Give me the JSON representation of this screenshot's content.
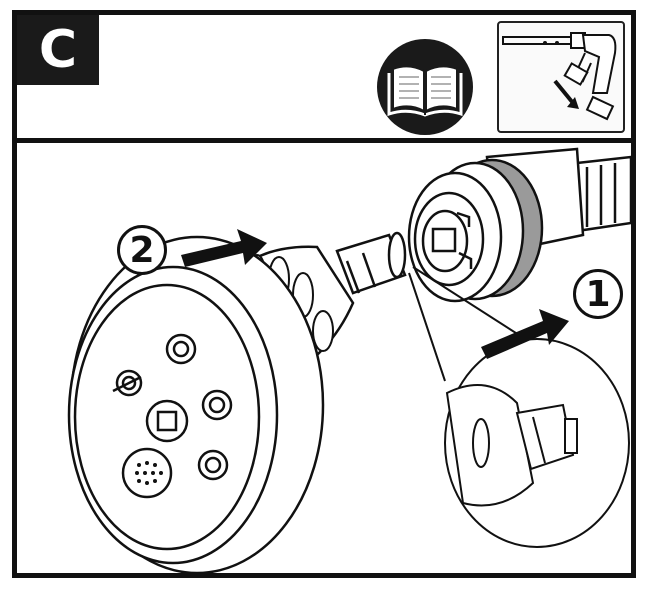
{
  "step": {
    "letter": "C"
  },
  "header_icons": [
    {
      "name": "open-manual-icon"
    },
    {
      "name": "spray-gun-thumbnail"
    }
  ],
  "callouts": [
    {
      "number": "1"
    },
    {
      "number": "2"
    }
  ]
}
